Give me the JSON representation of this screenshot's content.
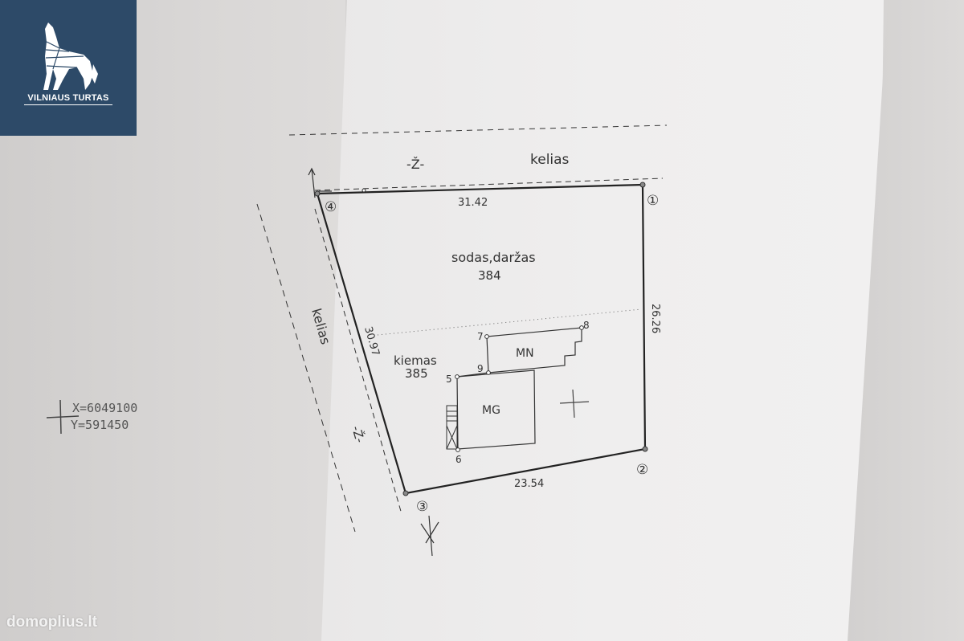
{
  "logo": {
    "text": "VILNIAUS TURTAS",
    "colors": {
      "background": "#2d4a68",
      "foreground": "#ffffff"
    }
  },
  "coordinates": {
    "x": "X=6049100",
    "y": "Y=591450"
  },
  "plan": {
    "road_top": "kelias",
    "road_left": "kelias",
    "zone_top": "-Ž-",
    "zone_left": "-Ž-",
    "garden_label": "sodas,daržas",
    "garden_number": "384",
    "yard_label": "kiemas",
    "yard_number": "385",
    "building_mn": "MN",
    "building_mg": "MG",
    "dim_top": "31.42",
    "dim_right": "26.26",
    "dim_bottom": "23.54",
    "dim_left": "30.97",
    "corner_points": [
      "①",
      "②",
      "③",
      "④"
    ],
    "building_points": [
      "5",
      "6",
      "7",
      "8",
      "9"
    ]
  },
  "watermark": "domoplius.lt"
}
